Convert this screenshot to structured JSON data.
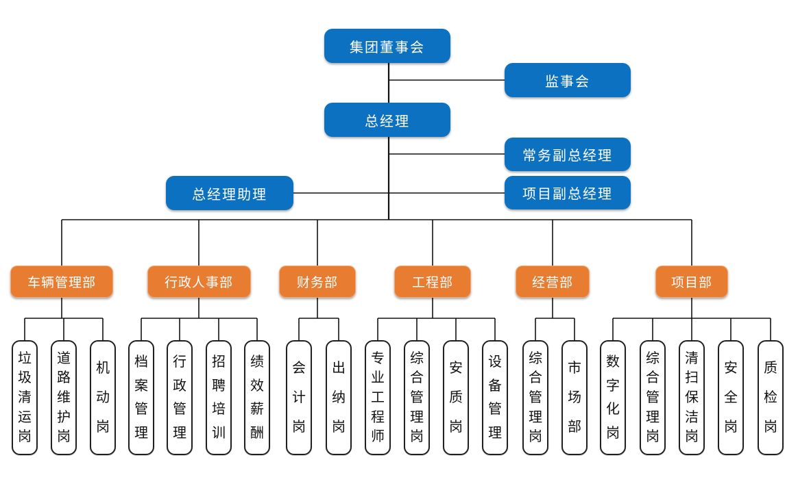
{
  "executives": {
    "board": {
      "label": "集团董事会"
    },
    "supervisory": {
      "label": "监事会"
    },
    "general_manager": {
      "label": "总经理"
    },
    "executive_deputy_gm": {
      "label": "常务副总经理"
    },
    "gm_assistant": {
      "label": "总经理助理"
    },
    "project_deputy_gm": {
      "label": "项目副总经理"
    }
  },
  "departments": [
    {
      "label": "车辆管理部",
      "positions": [
        "垃圾清运岗",
        "道路维护岗",
        "机动岗"
      ]
    },
    {
      "label": "行政人事部",
      "positions": [
        "档案管理",
        "行政管理",
        "招聘培训",
        "绩效薪酬"
      ]
    },
    {
      "label": "财务部",
      "positions": [
        "会计岗",
        "出纳岗"
      ]
    },
    {
      "label": "工程部",
      "positions": [
        "专业工程师",
        "综合管理岗",
        "安质岗",
        "设备管理"
      ]
    },
    {
      "label": "经营部",
      "positions": [
        "综合管理岗",
        "市场部"
      ]
    },
    {
      "label": "项目部",
      "positions": [
        "数字化岗",
        "综合管理岗",
        "清扫保洁岗",
        "安全岗",
        "质检岗"
      ]
    }
  ],
  "colors": {
    "executive_box": "#0C71C0",
    "department_box": "#E87C30",
    "connector_line": "#111111",
    "position_background": "#ffffff",
    "position_border": "#1f1f1f",
    "background": "#ffffff"
  }
}
